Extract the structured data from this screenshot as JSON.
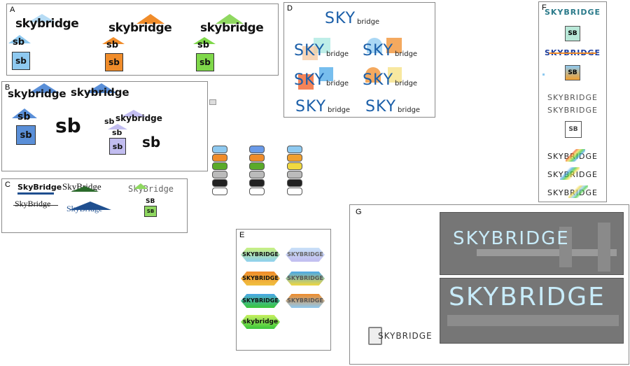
{
  "panels": {
    "a": {
      "label": "A",
      "logo1": "skybridge",
      "logo2": "skybridge",
      "logo3": "skybridge",
      "sb": "sb"
    },
    "b": {
      "label": "B",
      "logo1": "skybridge",
      "logo2": "skybridge",
      "logo3": "skybridge",
      "sb": "sb"
    },
    "c": {
      "label": "C",
      "logo1": "SkyBridge",
      "logo2": "SkyBridge",
      "logo3": "SkyBridge",
      "logo4": "SkyBridge",
      "logo5": "SkyBridge",
      "sb": "SB"
    },
    "d": {
      "label": "D",
      "sky": "SKY",
      "bridge": "bridge"
    },
    "e": {
      "label": "E",
      "upper": "SKYBRIDGE",
      "lower": "skybridge"
    },
    "f": {
      "label": "F",
      "text": "SKYBRIDGE",
      "sb": "SB"
    },
    "g": {
      "label": "G",
      "title": "SKYBRIDGE",
      "small": "SKYBRIDGE"
    }
  },
  "colors": {
    "sky_blue": "#8ec9f0",
    "orange": "#f08c2a",
    "green": "#7fd84a",
    "lavender": "#c2bdf0",
    "navy": "#1f4f8f",
    "gray_panel": "#767676"
  }
}
